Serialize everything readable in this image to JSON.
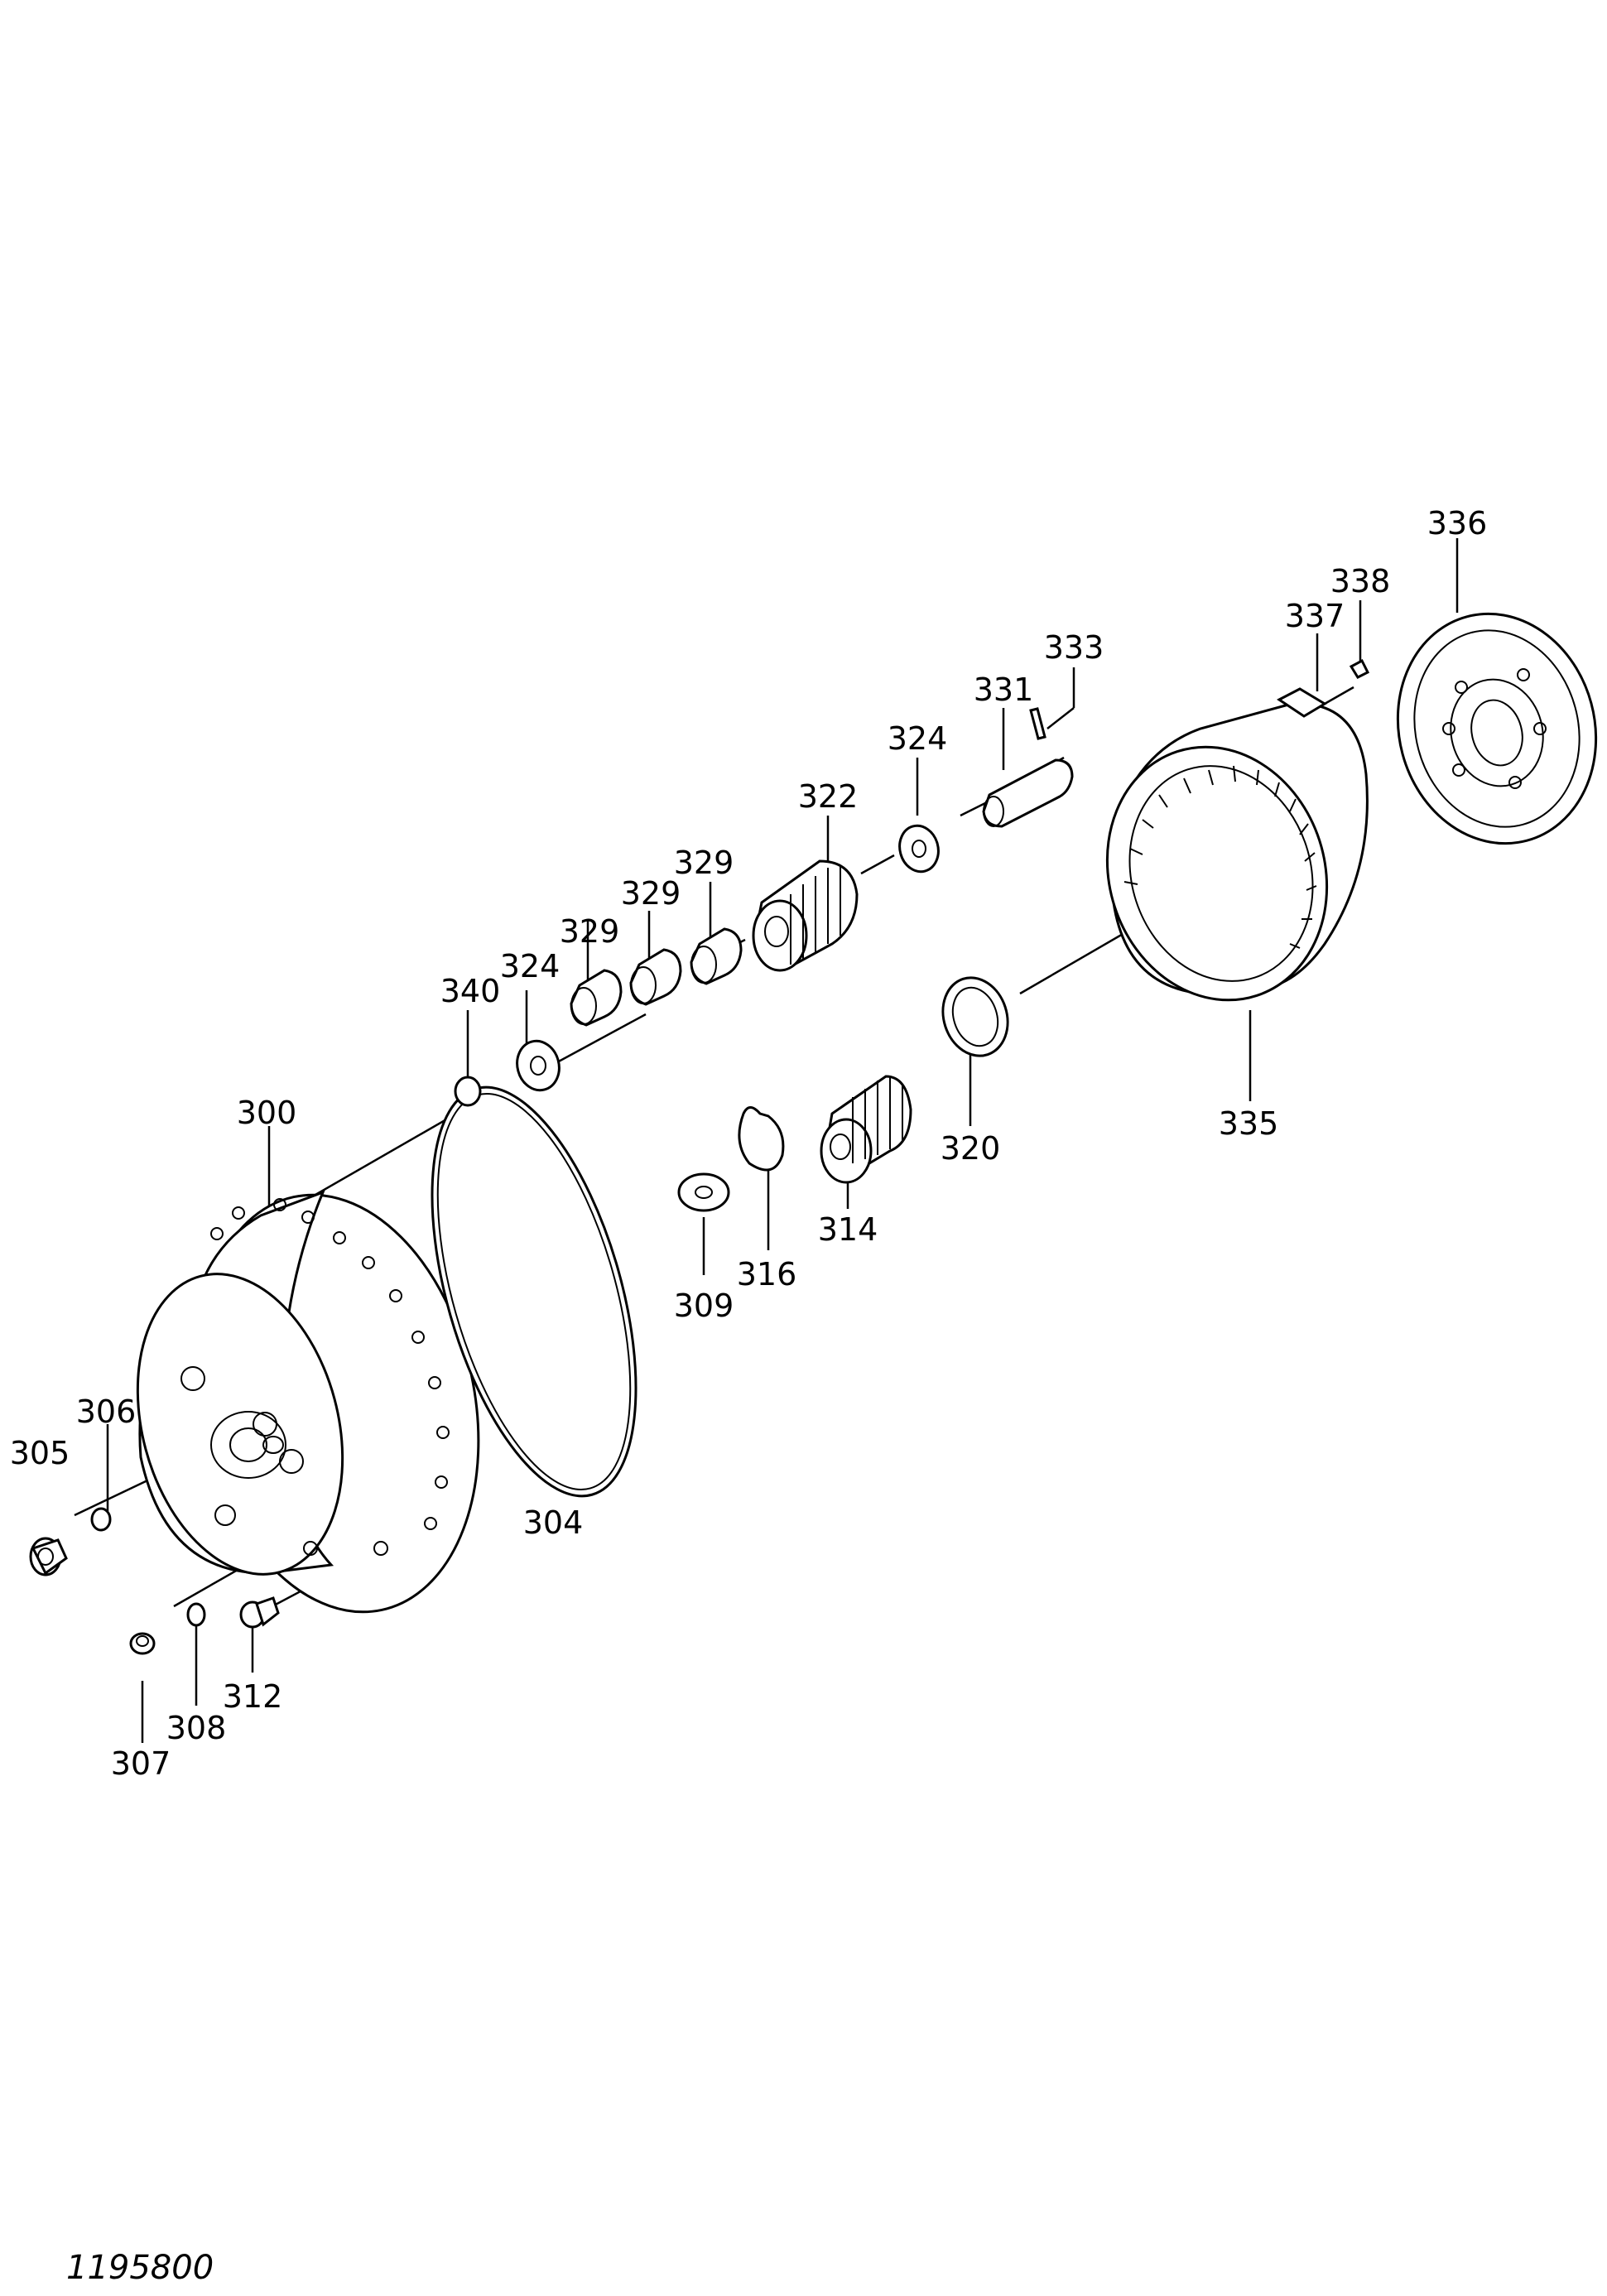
{
  "drawing": {
    "reference_number": "1195800",
    "part_numbers": {
      "p300": "300",
      "p304": "304",
      "p305": "305",
      "p306": "306",
      "p307": "307",
      "p308": "308",
      "p309": "309",
      "p312": "312",
      "p314": "314",
      "p316": "316",
      "p320": "320",
      "p322": "322",
      "p324a": "324",
      "p324b": "324",
      "p329a": "329",
      "p329b": "329",
      "p329c": "329",
      "p331": "331",
      "p333": "333",
      "p335": "335",
      "p336": "336",
      "p337": "337",
      "p338": "338",
      "p340": "340"
    }
  }
}
